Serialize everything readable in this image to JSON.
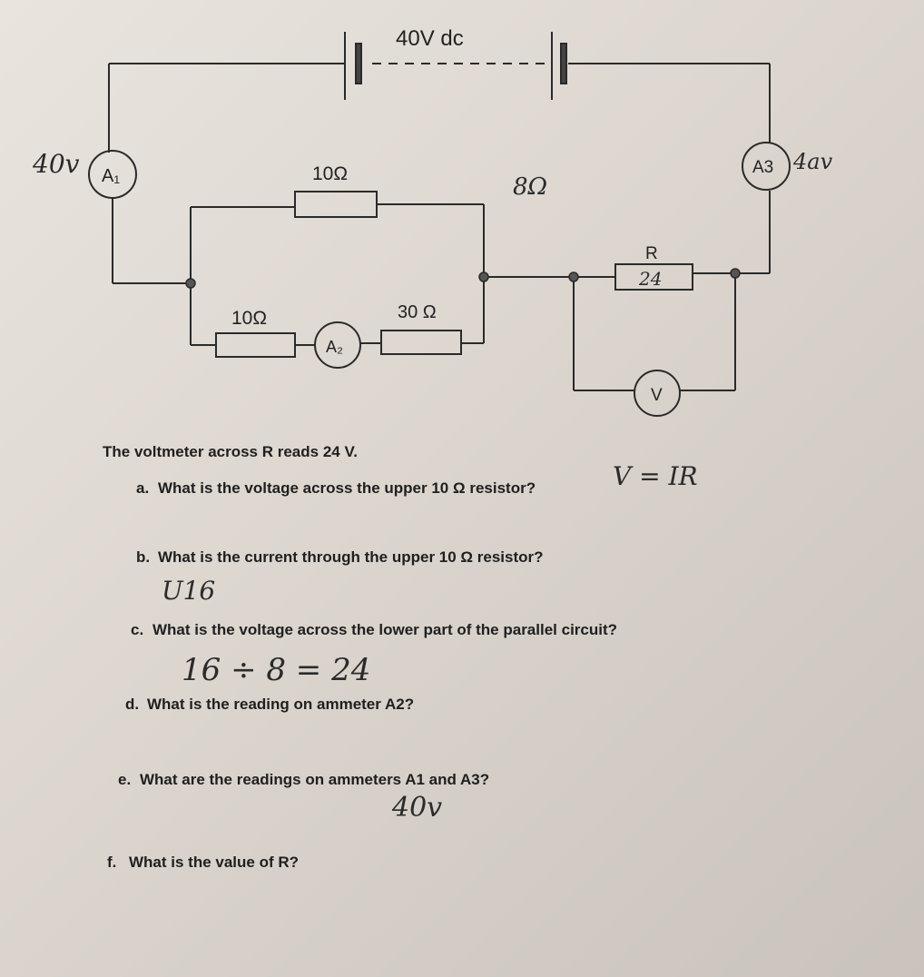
{
  "circuit": {
    "supply_label": "40V dc",
    "upper_resistor": "10Ω",
    "lower_left_resistor": "10Ω",
    "lower_right_resistor": "30 Ω",
    "r_label": "R",
    "ammeter_a1": "A₁",
    "ammeter_a2": "A₂",
    "ammeter_a3": "A3",
    "voltmeter": "V"
  },
  "handwriting": {
    "a1_note": "40v",
    "a3_note": "4av",
    "upper_note": "8Ω",
    "r_value": "24",
    "formula": "V = IR",
    "answer_b": "U16",
    "answer_c": "16 ÷ 8 = 24",
    "answer_e": "40v"
  },
  "text": {
    "intro": "The voltmeter across R reads 24 V.",
    "questions": [
      {
        "label": "a.",
        "text": "What is the voltage across the upper 10 Ω resistor?"
      },
      {
        "label": "b.",
        "text": "What is the current through the upper 10 Ω resistor?"
      },
      {
        "label": "c.",
        "text": "What is the voltage across the lower part of the parallel circuit?"
      },
      {
        "label": "d.",
        "text": "What is the reading on ammeter A2?"
      },
      {
        "label": "e.",
        "text": "What are the readings on ammeters A1 and A3?"
      },
      {
        "label": "f.",
        "text": "What is the value of R?"
      }
    ]
  }
}
